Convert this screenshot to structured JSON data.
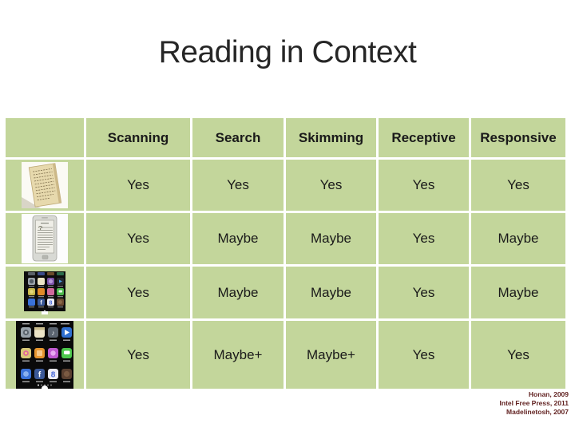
{
  "slide": {
    "title": "Reading in Context",
    "background_color": "#ffffff",
    "title_color": "#262626"
  },
  "table": {
    "cell_color": "#c3d69b",
    "text_color": "#1a1a1a",
    "columns": [
      "Scanning",
      "Search",
      "Skimming",
      "Receptive",
      "Responsive"
    ],
    "rows": [
      {
        "device": "manuscript-photo",
        "values": [
          "Yes",
          "Yes",
          "Yes",
          "Yes",
          "Yes"
        ]
      },
      {
        "device": "ereader-photo",
        "values": [
          "Yes",
          "Maybe",
          "Maybe",
          "Yes",
          "Maybe"
        ]
      },
      {
        "device": "ipod-touch-photo",
        "values": [
          "Yes",
          "Maybe",
          "Maybe",
          "Yes",
          "Maybe"
        ]
      },
      {
        "device": "smartphone-photo",
        "values": [
          "Yes",
          "Maybe+",
          "Maybe+",
          "Yes",
          "Yes"
        ]
      }
    ]
  },
  "citations": {
    "color": "#632423",
    "lines": [
      "Honan, 2009",
      "Intel Free Press, 2011",
      "Madelinetosh, 2007"
    ]
  }
}
